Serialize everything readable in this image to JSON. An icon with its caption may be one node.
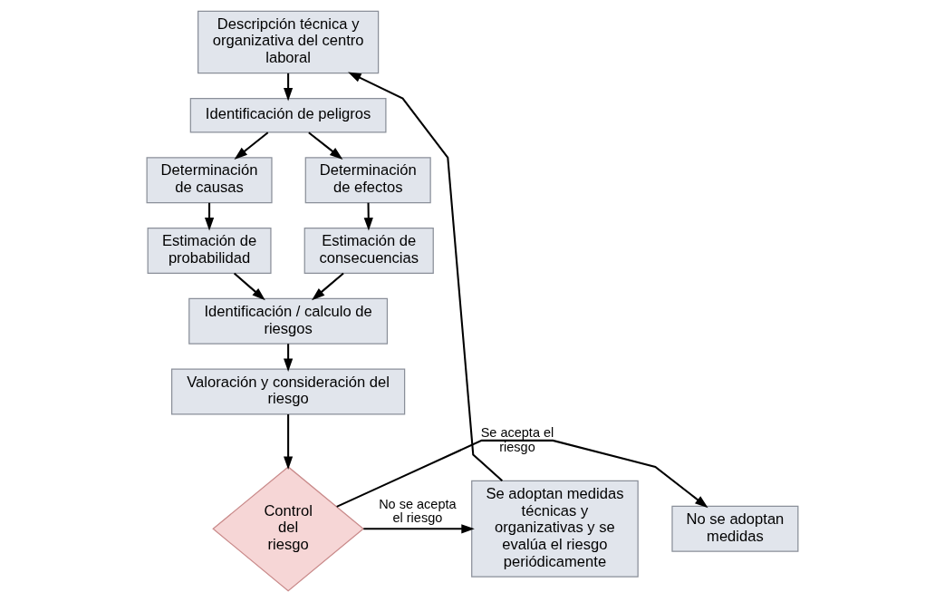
{
  "diagram": {
    "nodes": [
      {
        "text": [
          "Descripción técnica y organizativa del centro laboral"
        ]
      },
      {
        "text": [
          "Identificación de peligros"
        ]
      },
      {
        "text": [
          "Determinación de causas"
        ]
      },
      {
        "text": [
          "Determinación de efectos"
        ]
      },
      {
        "text": [
          "Estimación de probabilidad"
        ]
      },
      {
        "text": [
          "Estimación de consecuencias"
        ]
      },
      {
        "text": [
          "Identificación / calculo de riesgos"
        ]
      },
      {
        "text": [
          "Valoración y consideración del riesgo"
        ]
      },
      {
        "text": [
          "Control del riesgo"
        ]
      },
      {
        "text": [
          "No se adoptan medidas"
        ]
      },
      {
        "text": [
          "Se adoptan medidas técnicas y organizativas y se evalúa el riesgo periódicamente"
        ]
      }
    ],
    "edges": [
      {
        "from": 0,
        "to": 1,
        "arrow": "to"
      },
      {
        "from": 1,
        "to": 2,
        "arrow": "to"
      },
      {
        "from": 1,
        "to": 3,
        "arrow": "to"
      },
      {
        "from": 2,
        "to": 4,
        "arrow": "to"
      },
      {
        "from": 3,
        "to": 5,
        "arrow": "to"
      },
      {
        "from": 4,
        "to": 6,
        "arrow": "to"
      },
      {
        "from": 5,
        "to": 6,
        "arrow": "to"
      },
      {
        "from": 6,
        "to": 7,
        "arrow": "to"
      },
      {
        "from": 7,
        "to": 8,
        "arrow": "to"
      },
      {
        "from": 8,
        "to": 9,
        "label": "Se acepta el riesgo",
        "arrow": "to"
      },
      {
        "from": 8,
        "to": 10,
        "label": "No se acepta el riesgo",
        "arrow": "to"
      },
      {
        "from": 10,
        "to": 0,
        "arrow": "to"
      }
    ]
  }
}
